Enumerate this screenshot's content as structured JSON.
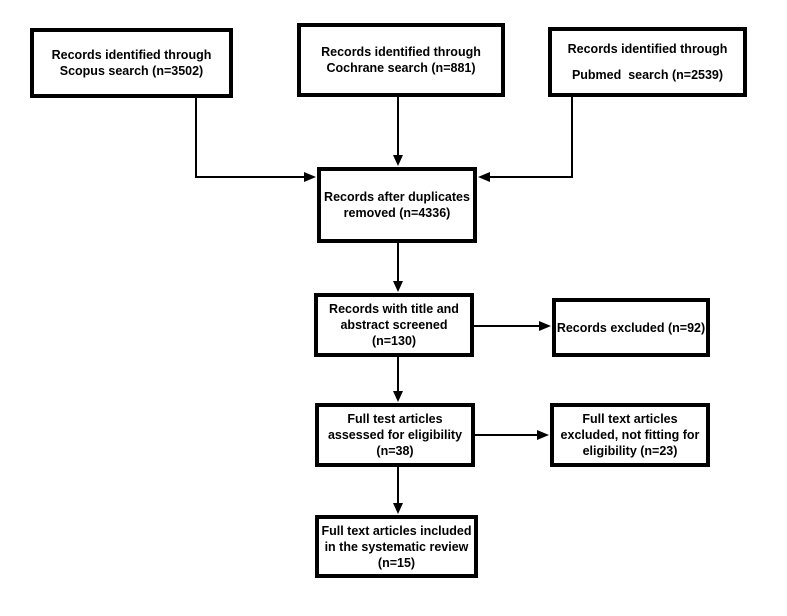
{
  "diagram": {
    "kind": "prisma-flowchart",
    "colors": {
      "background": "#ffffff",
      "box_border": "#000000",
      "box_fill": "#ffffff",
      "text": "#000000",
      "arrow": "#000000"
    },
    "nodes": [
      {
        "id": "scopus",
        "text": "Records identified through\nScopus search (n=3502)"
      },
      {
        "id": "cochrane",
        "text": "Records identified through\nCochrane search (n=881)"
      },
      {
        "id": "pubmed",
        "text": "Records identified through\nPubmed  search (n=2539)"
      },
      {
        "id": "duplicates",
        "text": "Records after duplicates\nremoved (n=4336)"
      },
      {
        "id": "screened",
        "text": "Records with title and\nabstract screened\n(n=130)"
      },
      {
        "id": "records-excluded",
        "text": "Records excluded (n=92)"
      },
      {
        "id": "assessed",
        "text": "Full test articles\nassessed for eligibility\n(n=38)"
      },
      {
        "id": "fulltext-excluded",
        "text": "Full text articles\nexcluded, not fitting for\neligibility (n=23)"
      },
      {
        "id": "included",
        "text": "Full text articles included\nin the systematic review\n(n=15)"
      }
    ]
  }
}
